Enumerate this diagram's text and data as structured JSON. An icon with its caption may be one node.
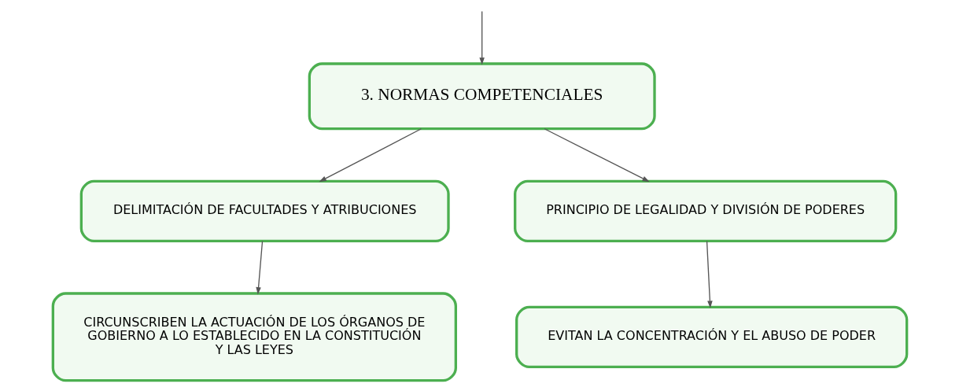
{
  "diagram": {
    "nodes": [
      {
        "text": [
          "3. NORMAS COMPETENCIALES"
        ]
      },
      {
        "text": [
          "DELIMITACIÓN DE FACULTADES Y ATRIBUCIONES"
        ]
      },
      {
        "text": [
          "PRINCIPIO DE LEGALIDAD Y DIVISIÓN DE PODERES"
        ]
      },
      {
        "text": [
          "CIRCUNSCRIBEN LA ACTUACIÓN DE LOS ÓRGANOS DE GOBIERNO A LO ESTABLECIDO EN LA CONSTITUCIÓN Y LAS LEYES"
        ]
      },
      {
        "text": [
          "EVITAN LA CONCENTRACIÓN Y EL ABUSO DE PODER"
        ]
      }
    ],
    "edges": [
      {
        "from": null,
        "to": 0,
        "arrow": "to"
      },
      {
        "from": 0,
        "to": 1,
        "arrow": "to"
      },
      {
        "from": 0,
        "to": 2,
        "arrow": "to"
      },
      {
        "from": 1,
        "to": 3,
        "arrow": "to"
      },
      {
        "from": 2,
        "to": 4,
        "arrow": "to"
      }
    ]
  }
}
